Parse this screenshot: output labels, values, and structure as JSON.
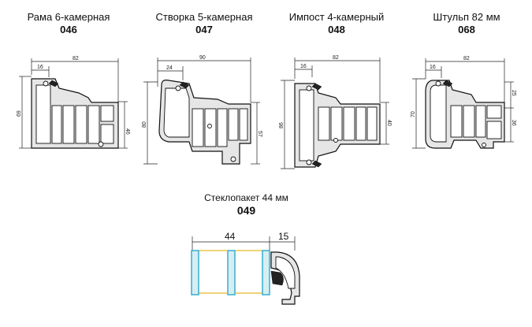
{
  "profiles": [
    {
      "id": "frame",
      "title": "Рама 6-камерная",
      "code": "046",
      "dims": {
        "width": "82",
        "offset": "16",
        "height": "69",
        "side": "46"
      }
    },
    {
      "id": "sash",
      "title": "Створка 5-камерная",
      "code": "047",
      "dims": {
        "width": "90",
        "offset": "24",
        "height": "80",
        "side": "57"
      }
    },
    {
      "id": "mullion",
      "title": "Импост 4-камерный",
      "code": "048",
      "dims": {
        "width": "82",
        "offset": "16",
        "height": "86",
        "side": "40"
      }
    },
    {
      "id": "shtulp",
      "title": "Штульп 82 мм",
      "code": "068",
      "dims": {
        "width": "82",
        "offset": "16",
        "height": "70",
        "side_top": "25",
        "side_bottom": "36"
      }
    }
  ],
  "glass_unit": {
    "title": "Стеклопакет 44 мм",
    "code": "049",
    "dims": {
      "glass": "44",
      "bead": "15"
    }
  },
  "colors": {
    "glass": "#d7edf4",
    "glass_edge": "#2aa9c9",
    "spacer": "#e8c54a",
    "profile": "#e6e6e6"
  }
}
